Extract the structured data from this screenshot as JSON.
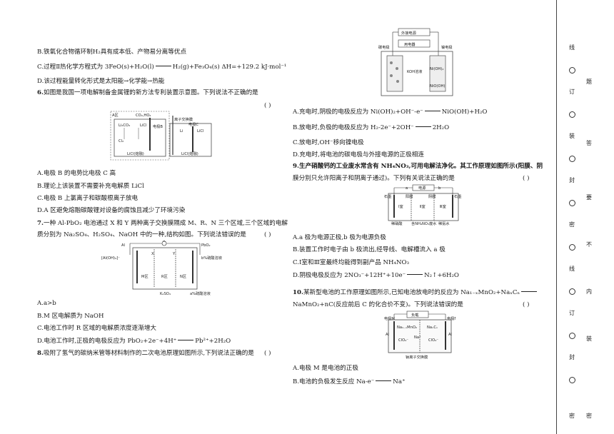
{
  "left": {
    "lines": [
      {
        "id": "l1",
        "text": "B.铁氧化合物循环制H₂具有成本低、产物易分离等优点"
      },
      {
        "id": "l2a",
        "text": "C.过程Ⅱ热化学方程式为 3FeO(s)+H₂O(l)"
      },
      {
        "id": "l2b",
        "text": "H₂(g)+Fe₃O₄(s)   ΔH=+129.2 kJ·mol⁻¹"
      },
      {
        "id": "l3",
        "text": "D.该过程能量转化形式是太阳能→化学能→热能"
      },
      {
        "id": "q6num",
        "text": "6."
      },
      {
        "id": "q6",
        "text": "如图是我国一项电解制备金属锂的新方法专利装置示意图。下列说法不正确的是"
      },
      {
        "id": "q6a",
        "text": "A.电极 B 的电势比电极 C 高"
      },
      {
        "id": "q6b",
        "text": "B.理论上该装置不需要补充电解质 LiCl"
      },
      {
        "id": "q6c",
        "text": "C.电极 B 上氯离子和碳酸根离子放电"
      },
      {
        "id": "q6d",
        "text": "D.A 区避免熔融碳酸锂对设备的腐蚀且减少了环境污染"
      },
      {
        "id": "q7num",
        "text": "7."
      },
      {
        "id": "q7",
        "text": "一种 Al-PbO₂ 电池通过 X 和 Y 两种离子交换膜隔成 M、R、N 三个区域,三个区域的电解"
      },
      {
        "id": "q7b",
        "text": "质分别为 Na₂SO₄、H₂SO₄、NaOH 中的一种,结构如图。下列说法错误的是"
      },
      {
        "id": "q7a",
        "text": "A.a>b"
      },
      {
        "id": "q7bb",
        "text": "B.M 区电解质为 NaOH"
      },
      {
        "id": "q7c",
        "text": "C.电池工作时 R 区域的电解质浓度逐渐增大"
      },
      {
        "id": "q7da",
        "text": "D.电池工作时,正极的电极反应为 PbO₂+2e⁻+4H⁺"
      },
      {
        "id": "q7db",
        "text": "Pb²⁺+2H₂O"
      },
      {
        "id": "q8num",
        "text": "8."
      },
      {
        "id": "q8",
        "text": "吸附了氢气的碳纳米管等材料制作的二次电池原理如图所示,下列说法正确的是"
      }
    ],
    "paren": "(     )"
  },
  "right": {
    "lines": [
      {
        "id": "r1a",
        "text": "A.充电时,阴极的电极反应为 Ni(OH)₂+OH⁻-e⁻"
      },
      {
        "id": "r1b",
        "text": "NiO(OH)+H₂O"
      },
      {
        "id": "r2a",
        "text": "B.放电时,负极的电极反应为 H₂-2e⁻+2OH⁻"
      },
      {
        "id": "r2b",
        "text": "2H₂O"
      },
      {
        "id": "r3",
        "text": "C.放电时,OH⁻移向镍电极"
      },
      {
        "id": "r4",
        "text": "D.充电时,将电池的碳电极与外接电源的正极相连"
      },
      {
        "id": "q9",
        "text": "9.生产硝酸钙的工业废水常含有 NH₄NO₃,可用电解法净化。其工作原理如图所示(阳膜、阴"
      },
      {
        "id": "q9b",
        "text": "膜分别只允许阳离子和阴离子通过)。下列有关说法正确的是"
      },
      {
        "id": "q9a",
        "text": "A.a 极为电源正极,b 极为电源负极"
      },
      {
        "id": "q9bb",
        "text": "B.装置工作时电子由 b 极流出,经导线、电解槽流入 a 极"
      },
      {
        "id": "q9c",
        "text": "C.Ⅰ室和Ⅲ室最终均能得到副产品 NH₄NO₃"
      },
      {
        "id": "q9da",
        "text": "D.阴极电极反应为 2NO₃⁻+12H⁺+10e⁻"
      },
      {
        "id": "q9db",
        "text": "N₂↑+6H₂O"
      },
      {
        "id": "q10num",
        "text": "10."
      },
      {
        "id": "q10",
        "text": "某新型电池的工作原理如图所示,已知电池放电时的反应为 Na₁₋ₓMnO₂+NaₓCₙ"
      },
      {
        "id": "q10b",
        "text": "NaMnO₂+nC(反应前后 C 的化合价不变)。下列说法错误的是"
      },
      {
        "id": "q10a",
        "text": "A.电极 M 是电池的正极"
      },
      {
        "id": "q10bba",
        "text": "B.电池的负极发生反应 Na-e⁻"
      },
      {
        "id": "q10bbb",
        "text": "Na⁺"
      }
    ],
    "paren": "(     )"
  },
  "fig6": {
    "labels": [
      "A区",
      "CO₂,HO₂",
      "Li₂CO₃",
      "LiCl",
      "Cl₂",
      "电极B",
      "离子交换膜",
      "电极C",
      "Li",
      "LiCl",
      "LiCl(熔融)",
      "LiCl(熔融)"
    ]
  },
  "fig7": {
    "labels": [
      "Al",
      "A",
      "PbO₂",
      "[Al(OH)₄]⁻",
      "X",
      "Y",
      "b%硫酸溶液",
      "M区",
      "R区",
      "N区",
      "K₂SO₄",
      "a%硫酸溶液"
    ]
  },
  "fig8": {
    "labels": [
      "外接电源",
      "碳电极",
      "用电器",
      "镍电极",
      "KOH溶液",
      "Ni(OH)₂",
      "NiO(OH)"
    ]
  },
  "fig9": {
    "labels": [
      "a",
      "电源",
      "b",
      "石墨",
      "阳膜",
      "阴膜",
      "石墨",
      "Ⅰ室",
      "Ⅱ室",
      "Ⅲ室",
      "稀硝酸",
      "含NH₄NO₃废水",
      "稀氨水"
    ]
  },
  "fig10": {
    "labels": [
      "负载",
      "电极M",
      "电极N",
      "Na₁₋ₓMnO₂",
      "NaₓCₙ",
      "Al",
      "Al",
      "ClO₄⁻",
      "Na⁺",
      "ClO₄⁻",
      "钠离子交换膜"
    ]
  },
  "side": {
    "items": [
      "线",
      "题",
      "订",
      "答",
      "装",
      "要",
      "封",
      "不",
      "密",
      "内",
      "线",
      "订",
      "封",
      "装",
      "密",
      "密"
    ]
  }
}
